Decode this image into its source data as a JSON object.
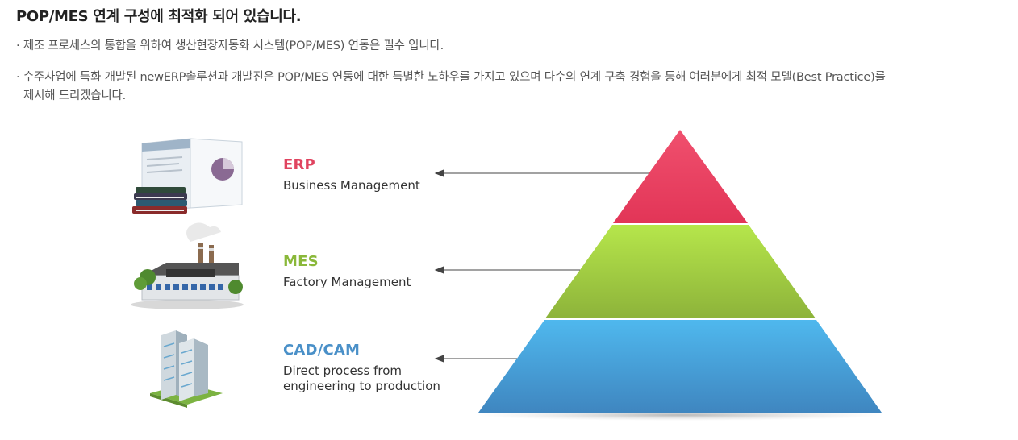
{
  "title": "POP/MES 연계 구성에 최적화 되어 있습니다.",
  "bullets": {
    "b1": "· 제조 프로세스의 통합을 위하여 생산현장자동화 시스템(POP/MES) 연동은 필수 입니다.",
    "b2_line1": "· 수주사업에 특화 개발된 newERP솔루션과 개발진은 POP/MES 연동에 대한 특별한 노하우를 가지고 있으며 다수의 연계 구축 경험을 통해 여러분에게 최적 모델(Best Practice)를",
    "b2_line2": "제시해 드리겠습니다."
  },
  "layers": {
    "erp": {
      "name": "ERP",
      "desc": "Business Management",
      "color": "#e0435f"
    },
    "mes": {
      "name": "MES",
      "desc": "Factory Management",
      "color": "#8ab83a"
    },
    "cad": {
      "name": "CAD/CAM",
      "desc_line1": "Direct process from",
      "desc_line2": "engineering to production",
      "color": "#4a90c8"
    }
  },
  "icons": {
    "erp": "documents-books-icon",
    "mes": "factory-icon",
    "cad": "buildings-icon"
  }
}
